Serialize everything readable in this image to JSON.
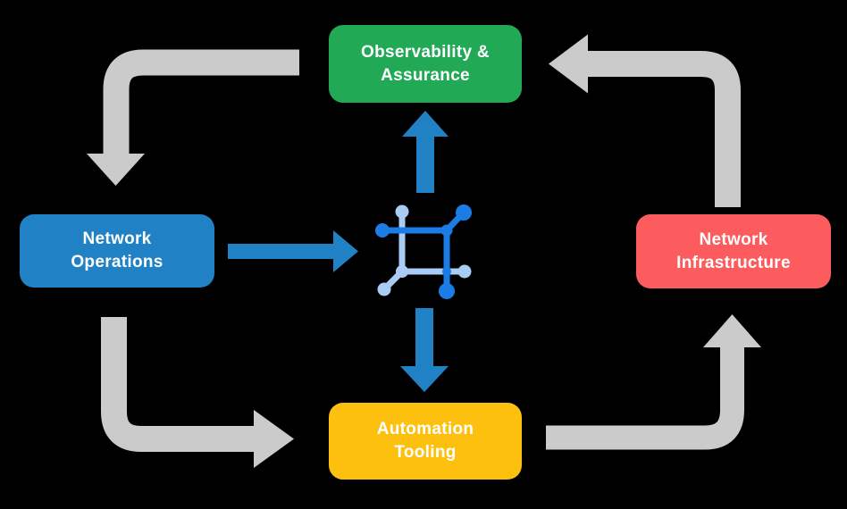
{
  "diagram": {
    "background": "#000000",
    "nodes": [
      {
        "id": "observability",
        "lines": [
          "Observability &",
          "Assurance"
        ],
        "color": "#22A956",
        "text_color": "#FFFFFF"
      },
      {
        "id": "operations",
        "lines": [
          "Network",
          "Operations"
        ],
        "color": "#2082C4",
        "text_color": "#FFFFFF"
      },
      {
        "id": "infrastructure",
        "lines": [
          "Network",
          "Infrastructure"
        ],
        "color": "#FD5C5F",
        "text_color": "#FFFFFF"
      },
      {
        "id": "automation",
        "lines": [
          "Automation",
          "Tooling"
        ],
        "color": "#FEC00F",
        "text_color": "#FFFFFF"
      }
    ],
    "center_icon": {
      "name": "network-mesh-icon",
      "dark_blue": "#1B7CE5",
      "light_blue": "#A9CBF4"
    },
    "arrows": {
      "gray_color": "#CBCBCB",
      "blue_color": "#2082C4",
      "cycle": [
        {
          "from": "observability",
          "to": "operations"
        },
        {
          "from": "operations",
          "to": "automation"
        },
        {
          "from": "automation",
          "to": "infrastructure"
        },
        {
          "from": "infrastructure",
          "to": "observability"
        }
      ],
      "hub": [
        {
          "from": "operations",
          "to": "center"
        },
        {
          "from": "center",
          "to": "observability"
        },
        {
          "from": "center",
          "to": "automation"
        }
      ]
    }
  }
}
